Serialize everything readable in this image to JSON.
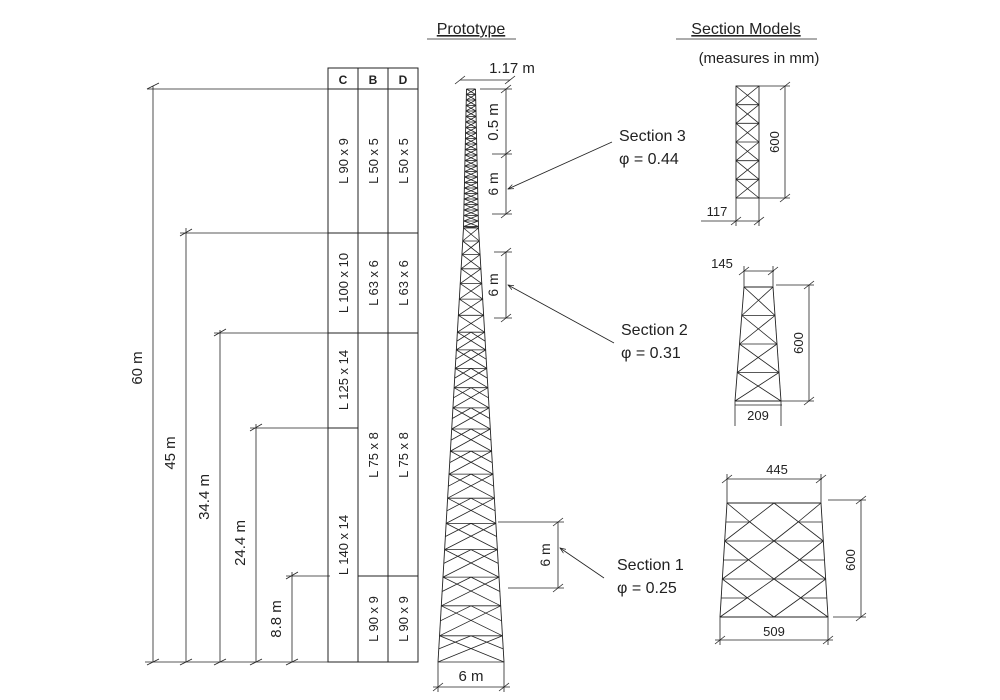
{
  "prototype": {
    "title": "Prototype",
    "top_width": "1.17 m",
    "base_width": "6 m",
    "dim_top": "0.5 m",
    "dim_upper": "6 m",
    "dim_middle": "6 m",
    "dim_lower": "6 m"
  },
  "models": {
    "title": "Section Models",
    "subtitle": "(measures in mm)"
  },
  "heights": [
    {
      "label": "60 m",
      "value": 60
    },
    {
      "label": "45 m",
      "value": 45
    },
    {
      "label": "34.4 m",
      "value": 34.4
    },
    {
      "label": "24.4 m",
      "value": 24.4
    },
    {
      "label": "8.8 m",
      "value": 8.8
    }
  ],
  "profile_table": {
    "headers": [
      "C",
      "B",
      "D"
    ],
    "C": [
      "L 90 x 9",
      "L 100 x 10",
      "L 125 x 14",
      "L 140 x 14"
    ],
    "B": [
      "L 50 x 5",
      "L 63 x 6",
      "L 75 x 8",
      "L 90 x 9"
    ],
    "D": [
      "L 50 x 5",
      "L 63 x 6",
      "L 75 x 8",
      "L 90 x 9"
    ]
  },
  "sections": [
    {
      "name": "Section 3",
      "phi": "φ = 0.44",
      "top": "",
      "height": "600",
      "bottom": "117"
    },
    {
      "name": "Section 2",
      "phi": "φ = 0.31",
      "top": "145",
      "height": "600",
      "bottom": "209"
    },
    {
      "name": "Section 1",
      "phi": "φ = 0.25",
      "top": "445",
      "height": "600",
      "bottom": "509"
    }
  ]
}
